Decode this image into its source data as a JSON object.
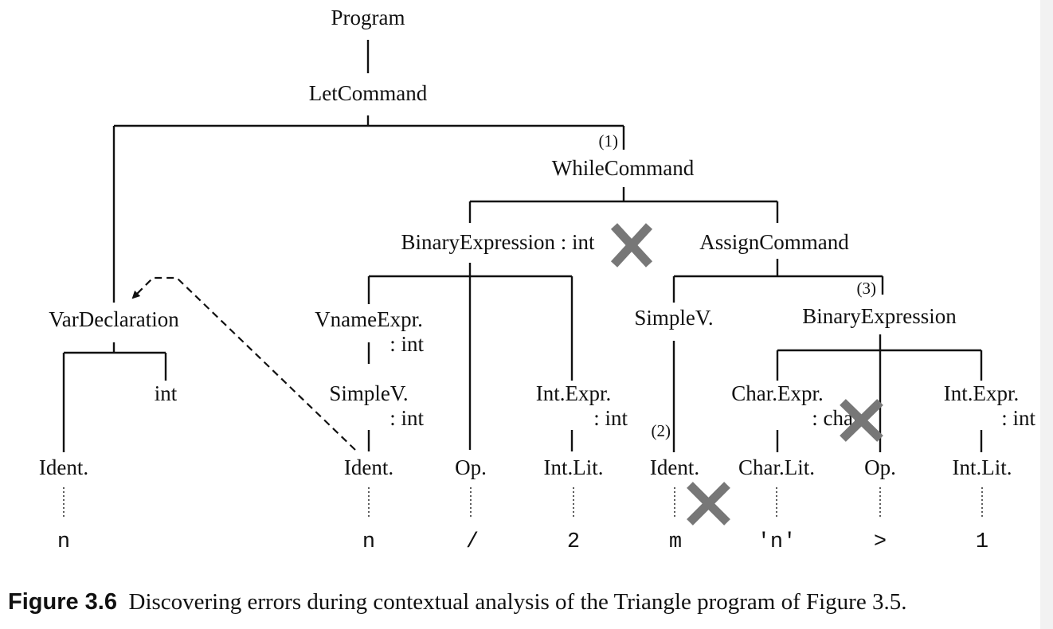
{
  "tree": {
    "program": "Program",
    "let_command": "LetCommand",
    "while_command": "WhileCommand",
    "var_declaration": "VarDeclaration",
    "var_ident": "Ident.",
    "var_type": "int",
    "while_condition": "BinaryExpression : int",
    "vname_expr_1": "VnameExpr.",
    "vname_expr_2": ": int",
    "simplev_left_1": "SimpleV.",
    "simplev_left_2": ": int",
    "cond_ident": "Ident.",
    "cond_op": "Op.",
    "int_expr_left_1": "Int.Expr.",
    "int_expr_left_2": ": int",
    "int_lit_left": "Int.Lit.",
    "assign_command": "AssignCommand",
    "simplev_assign": "SimpleV.",
    "assign_ident": "Ident.",
    "assign_expr": "BinaryExpression",
    "char_expr_1": "Char.Expr.",
    "char_expr_2": ": char",
    "char_lit": "Char.Lit.",
    "assign_op": "Op.",
    "int_expr_right_1": "Int.Expr.",
    "int_expr_right_2": ": int",
    "int_lit_right": "Int.Lit."
  },
  "markers": {
    "m1": "(1)",
    "m2": "(2)",
    "m3": "(3)"
  },
  "source_tokens": {
    "t_n1": "n",
    "t_n2": "n",
    "t_slash": "/",
    "t_2": "2",
    "t_m": "m",
    "t_char": "'n'",
    "t_gt": ">",
    "t_1": "1"
  },
  "caption": {
    "label": "Figure 3.6",
    "text": "Discovering errors during contextual analysis of the Triangle program of Figure 3.5."
  }
}
